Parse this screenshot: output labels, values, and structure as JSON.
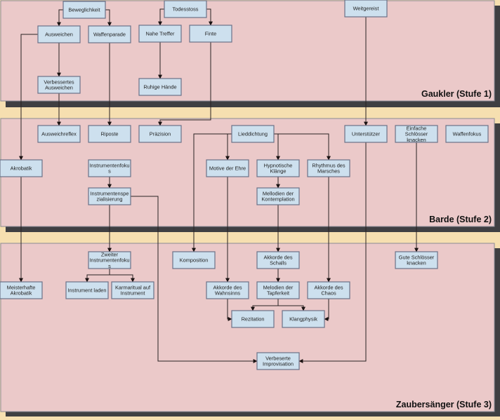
{
  "title": "Barde Talentbaum",
  "colors": {
    "band_fill": "#ebc9c9",
    "band_shadow": "#3f3f42",
    "background": "#f6dfb0",
    "node_fill": "#cde0ee",
    "node_border": "#6b7288"
  },
  "bands": [
    {
      "id": "gaukler",
      "title": "Gaukler (Stufe 1)"
    },
    {
      "id": "barde",
      "title": "Barde (Stufe 2)"
    },
    {
      "id": "zaubersaenger",
      "title": "Zaubersänger (Stufe 3)"
    }
  ],
  "nodes": [
    {
      "id": "beweglichkeit",
      "band": "gaukler",
      "lines": [
        "Beweglichkeit"
      ]
    },
    {
      "id": "todesstoss",
      "band": "gaukler",
      "lines": [
        "Todesstoss"
      ]
    },
    {
      "id": "weitgereist",
      "band": "gaukler",
      "lines": [
        "Weitgereist"
      ]
    },
    {
      "id": "ausweichen",
      "band": "gaukler",
      "lines": [
        "Ausweichen"
      ]
    },
    {
      "id": "waffenparade",
      "band": "gaukler",
      "lines": [
        "Waffenparade"
      ]
    },
    {
      "id": "nahe-treffer",
      "band": "gaukler",
      "lines": [
        "Nahe Treffer"
      ]
    },
    {
      "id": "finte",
      "band": "gaukler",
      "lines": [
        "Finte"
      ]
    },
    {
      "id": "verbessertes-ausweichen",
      "band": "gaukler",
      "lines": [
        "Verbessertes",
        "Ausweichen"
      ]
    },
    {
      "id": "ruhige-haende",
      "band": "gaukler",
      "lines": [
        "Ruhige Hände"
      ]
    },
    {
      "id": "ausweichreflex",
      "band": "barde",
      "lines": [
        "Ausweichreflex"
      ]
    },
    {
      "id": "riposte",
      "band": "barde",
      "lines": [
        "Riposte"
      ]
    },
    {
      "id": "praezision",
      "band": "barde",
      "lines": [
        "Präzision"
      ]
    },
    {
      "id": "lieddichtung",
      "band": "barde",
      "lines": [
        "Lieddichtung"
      ]
    },
    {
      "id": "unterstuetzer",
      "band": "barde",
      "lines": [
        "Unterstützer"
      ]
    },
    {
      "id": "einfache-schloesser",
      "band": "barde",
      "lines": [
        "Einfache",
        "Schlösser",
        "knacken"
      ]
    },
    {
      "id": "waffenfokus",
      "band": "barde",
      "lines": [
        "Waffenfokus"
      ]
    },
    {
      "id": "akrobatik",
      "band": "barde",
      "lines": [
        "Akrobatik"
      ]
    },
    {
      "id": "instrumentenfokus",
      "band": "barde",
      "lines": [
        "Instrumentenfoku",
        "s"
      ]
    },
    {
      "id": "motive-der-ehre",
      "band": "barde",
      "lines": [
        "Motive  der Ehre"
      ]
    },
    {
      "id": "hypnotische-klaenge",
      "band": "barde",
      "lines": [
        "Hypnotische",
        "Klänge"
      ]
    },
    {
      "id": "rhythmus-des-marsches",
      "band": "barde",
      "lines": [
        "Rhythmus des",
        "Marsches"
      ]
    },
    {
      "id": "instrumentenspezialisierung",
      "band": "barde",
      "lines": [
        "Instrumentenspe",
        "zialisierung"
      ]
    },
    {
      "id": "melodien-der-kontemplation",
      "band": "barde",
      "lines": [
        "Mellodien der",
        "Kontemplation"
      ]
    },
    {
      "id": "zweiter-instrumentenfokus",
      "band": "zaubersaenger",
      "lines": [
        "Zweiter",
        "Instrumentenfoku",
        "s"
      ]
    },
    {
      "id": "komposition",
      "band": "zaubersaenger",
      "lines": [
        "Komposition"
      ]
    },
    {
      "id": "akkorde-des-schalls",
      "band": "zaubersaenger",
      "lines": [
        "Akkorde des",
        "Schalls"
      ]
    },
    {
      "id": "gute-schloesser",
      "band": "zaubersaenger",
      "lines": [
        "Gute Schlösser",
        "knacken"
      ]
    },
    {
      "id": "meisterhafte-akrobatik",
      "band": "zaubersaenger",
      "lines": [
        "Meisterhafte",
        "Akrobatik"
      ]
    },
    {
      "id": "instrument-laden",
      "band": "zaubersaenger",
      "lines": [
        "Instrument laden"
      ]
    },
    {
      "id": "karmaritual",
      "band": "zaubersaenger",
      "lines": [
        "Karmaritual auf",
        "Instrument"
      ]
    },
    {
      "id": "akkorde-des-wahnsinns",
      "band": "zaubersaenger",
      "lines": [
        "Akkorde des",
        "Wahnsinns"
      ]
    },
    {
      "id": "melodien-der-tapferkeit",
      "band": "zaubersaenger",
      "lines": [
        "Melodien der",
        "Tapferkeit"
      ]
    },
    {
      "id": "akkorde-des-chaos",
      "band": "zaubersaenger",
      "lines": [
        "Akkorde des",
        "Chaos"
      ]
    },
    {
      "id": "rezitation",
      "band": "zaubersaenger",
      "lines": [
        "Rezitation"
      ]
    },
    {
      "id": "klangphysik",
      "band": "zaubersaenger",
      "lines": [
        "Klangphysik"
      ]
    },
    {
      "id": "verbesserte-improvisation",
      "band": "zaubersaenger",
      "lines": [
        "Verbeserte",
        "Improvisation"
      ]
    }
  ],
  "edges": [
    {
      "from": "beweglichkeit",
      "to": "ausweichen"
    },
    {
      "from": "beweglichkeit",
      "to": "waffenparade"
    },
    {
      "from": "todesstoss",
      "to": "nahe-treffer"
    },
    {
      "from": "todesstoss",
      "to": "finte"
    },
    {
      "from": "ausweichen",
      "to": "verbessertes-ausweichen"
    },
    {
      "from": "ausweichen",
      "to": "akrobatik"
    },
    {
      "from": "nahe-treffer",
      "to": "ruhige-haende"
    },
    {
      "from": "verbessertes-ausweichen",
      "to": "ausweichreflex"
    },
    {
      "from": "waffenparade",
      "to": "riposte"
    },
    {
      "from": "finte",
      "to": "praezision"
    },
    {
      "from": "weitgereist",
      "to": "unterstuetzer"
    },
    {
      "from": "lieddichtung",
      "to": "motive-der-ehre"
    },
    {
      "from": "lieddichtung",
      "to": "hypnotische-klaenge"
    },
    {
      "from": "lieddichtung",
      "to": "rhythmus-des-marsches"
    },
    {
      "from": "lieddichtung",
      "to": "komposition"
    },
    {
      "from": "instrumentenfokus",
      "to": "instrumentenspezialisierung"
    },
    {
      "from": "hypnotische-klaenge",
      "to": "melodien-der-kontemplation"
    },
    {
      "from": "akrobatik",
      "to": "meisterhafte-akrobatik"
    },
    {
      "from": "instrumentenspezialisierung",
      "to": "zweiter-instrumentenfokus"
    },
    {
      "from": "instrumentenspezialisierung",
      "to": "verbesserte-improvisation"
    },
    {
      "from": "einfache-schloesser",
      "to": "gute-schloesser"
    },
    {
      "from": "motive-der-ehre",
      "to": "akkorde-des-wahnsinns"
    },
    {
      "from": "melodien-der-kontemplation",
      "to": "akkorde-des-schalls"
    },
    {
      "from": "rhythmus-des-marsches",
      "to": "akkorde-des-chaos"
    },
    {
      "from": "unterstuetzer",
      "to": "verbesserte-improvisation"
    },
    {
      "from": "zweiter-instrumentenfokus",
      "to": "instrument-laden"
    },
    {
      "from": "zweiter-instrumentenfokus",
      "to": "karmaritual"
    },
    {
      "from": "akkorde-des-schalls",
      "to": "melodien-der-tapferkeit"
    },
    {
      "from": "melodien-der-tapferkeit",
      "to": "rezitation"
    },
    {
      "from": "melodien-der-tapferkeit",
      "to": "klangphysik"
    },
    {
      "from": "akkorde-des-wahnsinns",
      "to": "rezitation"
    },
    {
      "from": "akkorde-des-chaos",
      "to": "klangphysik"
    }
  ]
}
